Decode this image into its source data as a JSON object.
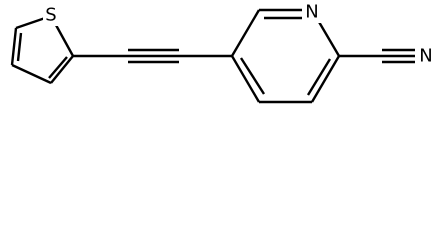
{
  "molecule": {
    "atom_labels": {
      "sulfur": "S",
      "ring_nitrogen": "N",
      "nitrile_nitrogen": "N"
    }
  },
  "colors": {
    "bond": "#000000",
    "label": "#000000",
    "background": "#ffffff"
  }
}
